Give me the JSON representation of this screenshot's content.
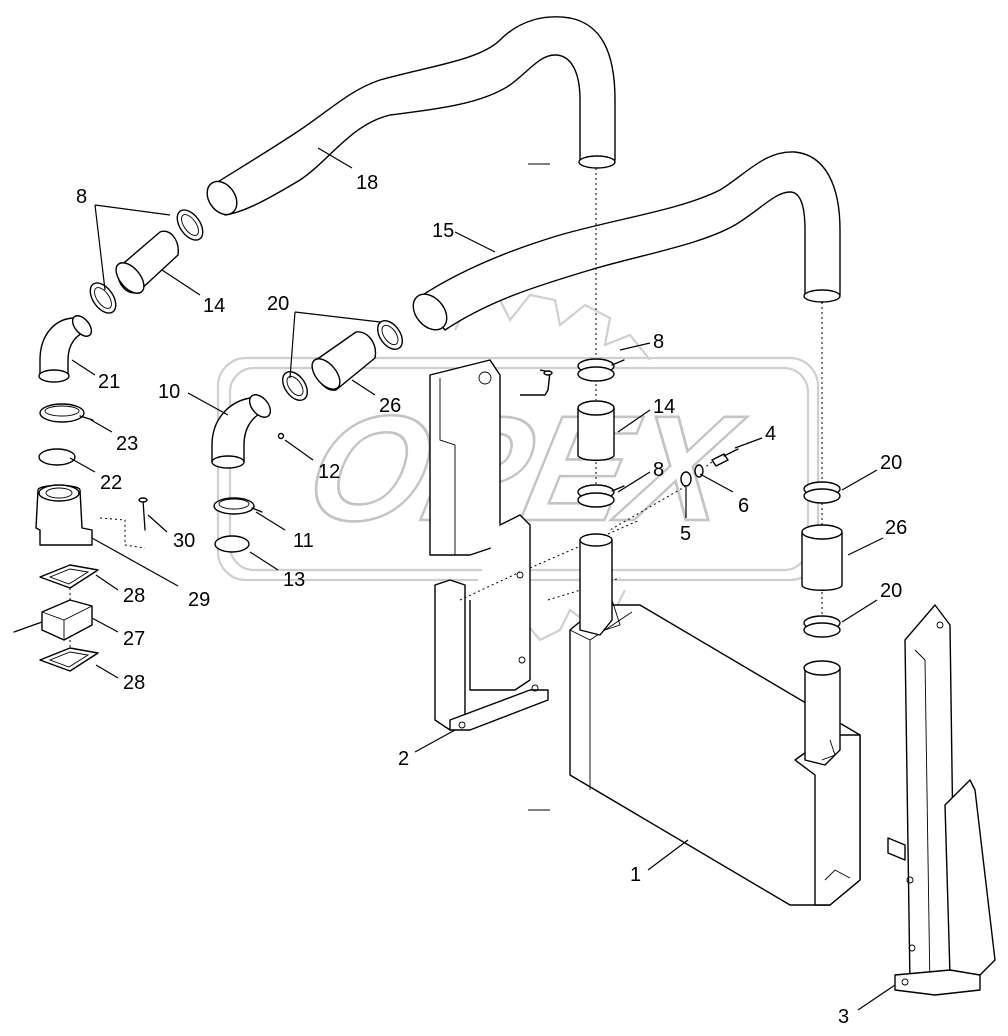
{
  "watermark": {
    "text": "OPEX"
  },
  "callouts": [
    {
      "id": "18",
      "text": "18"
    },
    {
      "id": "8a",
      "text": "8"
    },
    {
      "id": "14a",
      "text": "14"
    },
    {
      "id": "15",
      "text": "15"
    },
    {
      "id": "20a",
      "text": "20"
    },
    {
      "id": "8b",
      "text": "8"
    },
    {
      "id": "10",
      "text": "10"
    },
    {
      "id": "26a",
      "text": "26"
    },
    {
      "id": "21",
      "text": "21"
    },
    {
      "id": "14b",
      "text": "14"
    },
    {
      "id": "4",
      "text": "4"
    },
    {
      "id": "23",
      "text": "23"
    },
    {
      "id": "12",
      "text": "12"
    },
    {
      "id": "22",
      "text": "22"
    },
    {
      "id": "8c",
      "text": "8"
    },
    {
      "id": "20b",
      "text": "20"
    },
    {
      "id": "6",
      "text": "6"
    },
    {
      "id": "5",
      "text": "5"
    },
    {
      "id": "30",
      "text": "30"
    },
    {
      "id": "11",
      "text": "11"
    },
    {
      "id": "26b",
      "text": "26"
    },
    {
      "id": "13",
      "text": "13"
    },
    {
      "id": "29",
      "text": "29"
    },
    {
      "id": "28a",
      "text": "28"
    },
    {
      "id": "20c",
      "text": "20"
    },
    {
      "id": "27",
      "text": "27"
    },
    {
      "id": "28b",
      "text": "28"
    },
    {
      "id": "2",
      "text": "2"
    },
    {
      "id": "1",
      "text": "1"
    },
    {
      "id": "3",
      "text": "3"
    }
  ]
}
